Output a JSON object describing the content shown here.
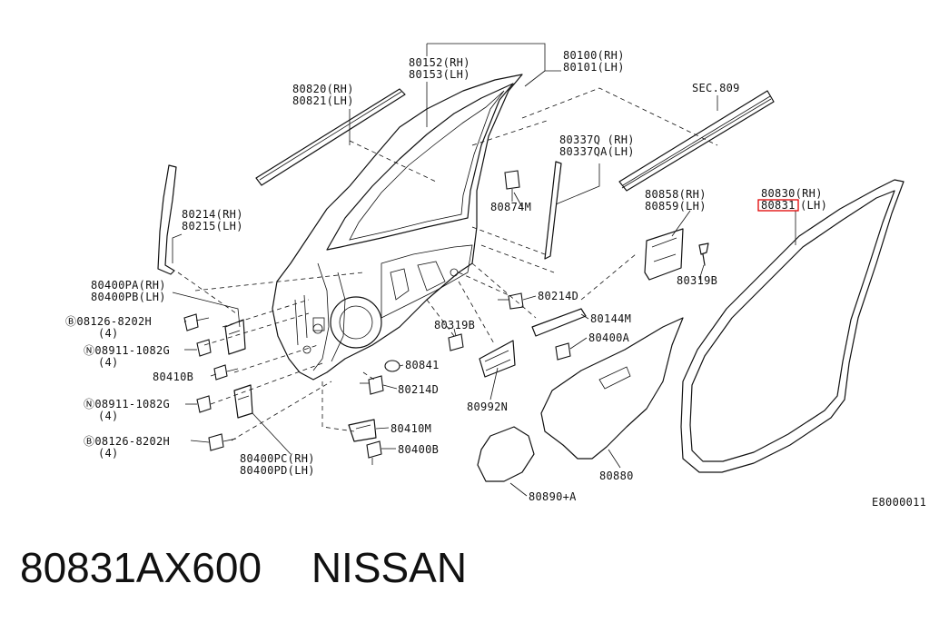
{
  "caption": {
    "part_number": "80831AX600",
    "brand": "NISSAN"
  },
  "diagram": {
    "code": "E8000011",
    "highlight_color": "#e00000",
    "labels": {
      "door_rh": "80100(RH)",
      "door_lh": "80101(LH)",
      "sash_rh": "80152(RH)",
      "sash_lh": "80153(LH)",
      "molding_rh": "80820(RH)",
      "molding_lh": "80821(LH)",
      "sec": "SEC.809",
      "tape_rh": "80337Q (RH)",
      "tape_lh": "80337QA(LH)",
      "corner_rh": "80214(RH)",
      "corner_lh": "80215(LH)",
      "p80874m": "80874M",
      "seal_rh": "80830(RH)",
      "seal_lh_num": "80831",
      "seal_lh_side": "(LH)",
      "check_rh": "80858(RH)",
      "check_lh": "80859(LH)",
      "p80319b_a": "80319B",
      "hinge_up_rh": "80400PA(RH)",
      "hinge_up_lh": "80400PB(LH)",
      "bolt1": "08126-8202H",
      "bolt1_qty": "(4)",
      "nut1": "08911-1082G",
      "nut1_qty": "(4)",
      "p80410b": "80410B",
      "nut2": "08911-1082G",
      "nut2_qty": "(4)",
      "bolt2": "08126-8202H",
      "bolt2_qty": "(4)",
      "hinge_low_rh": "80400PC(RH)",
      "hinge_low_lh": "80400PD(LH)",
      "p80214d_a": "80214D",
      "p80144m": "80144M",
      "p80319b_b": "80319B",
      "p80400a": "80400A",
      "p80841": "80841",
      "p80214d_b": "80214D",
      "p80992n": "80992N",
      "p80410m": "80410M",
      "p80400b": "80400B",
      "p80880": "80880",
      "p80890": "80890+A"
    }
  }
}
